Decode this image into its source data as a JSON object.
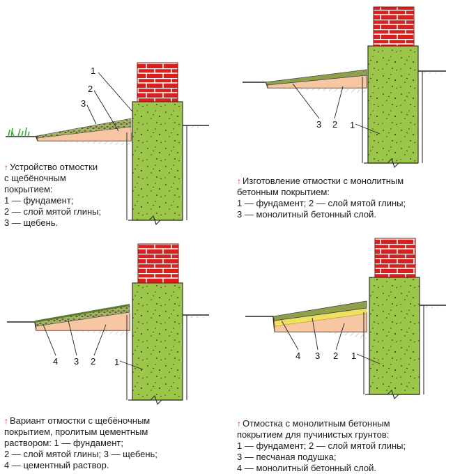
{
  "colors": {
    "brick": "#d8201e",
    "mortar": "#ffffff",
    "foundation": "#9bc64a",
    "clay": "#f7c6a2",
    "gravel": "#8fa04a",
    "sand": "#f0e060",
    "grass": "#3aa832",
    "caption_arrow": "#d41c1c"
  },
  "panels": [
    {
      "caption": [
        "Устройство отмостки",
        "с щебёночным",
        "покрытием:",
        "1 — фундамент;",
        "2 — слой мятой глины;",
        "3 — щебень."
      ],
      "labels": [
        "1",
        "2",
        "3"
      ]
    },
    {
      "caption": [
        "Изготовление отмостки с монолитным",
        "бетонным покрытием:",
        "1 — фундамент; 2 — слой мятой глины;",
        "3 — монолитный бетонный слой."
      ],
      "labels": [
        "3",
        "2",
        "1"
      ]
    },
    {
      "caption": [
        "Вариант отмостки с щебёночным",
        "покрытием, пролитым цементным",
        "раствором: 1 — фундамент;",
        "2 — слой мятой глины; 3 — щебень;",
        "4 — цементный раствор."
      ],
      "labels": [
        "4",
        "3",
        "2",
        "1"
      ]
    },
    {
      "caption": [
        "Отмостка с монолитным бетонным",
        "покрытием для пучинистых грунтов:",
        "1 — фундамент; 2 — слой мятой глины;",
        "3 — песчаная подушка;",
        "4 — монолитный бетонный слой."
      ],
      "labels": [
        "4",
        "3",
        "2",
        "1"
      ]
    }
  ]
}
